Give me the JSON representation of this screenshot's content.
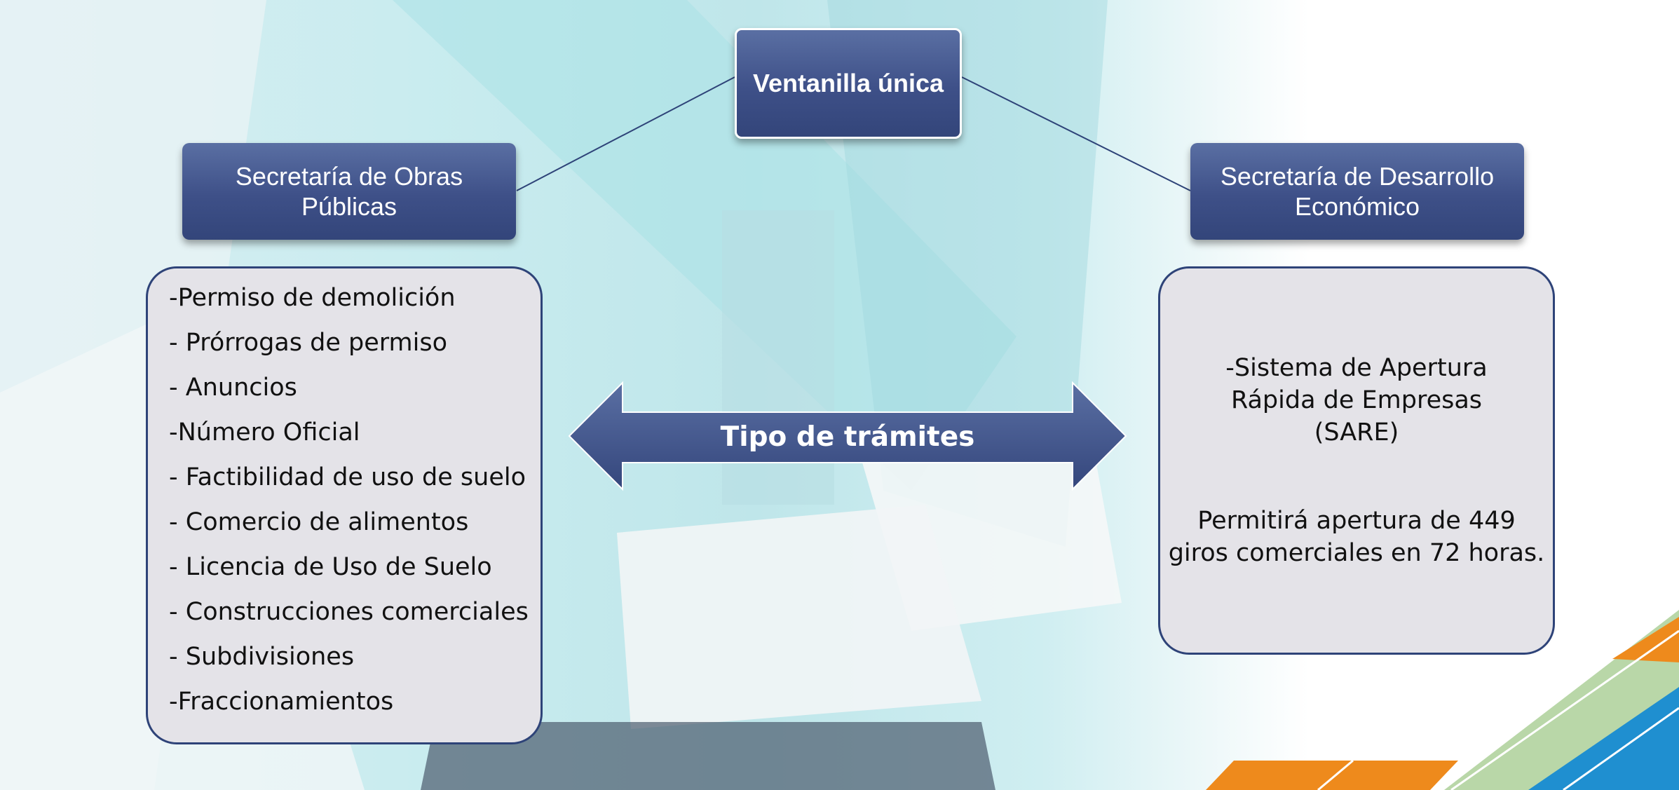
{
  "diagram": {
    "root": {
      "label": "Ventanilla única"
    },
    "left_branch": {
      "label": "Secretaría de Obras Públicas",
      "items": [
        "-Permiso de demolición",
        "- Prórrogas de permiso",
        "- Anuncios",
        "-Número Oficial",
        "- Factibilidad de uso de suelo",
        "- Comercio de alimentos",
        "- Licencia de Uso de Suelo",
        "- Construcciones comerciales",
        "- Subdivisiones",
        "-Fraccionamientos"
      ]
    },
    "right_branch": {
      "label": "Secretaría de Desarrollo Económico",
      "text_1": "-Sistema de Apertura Rápida de Empresas (SARE)",
      "text_2": "Permitirá apertura de 449 giros comerciales en 72 horas."
    },
    "connector": {
      "label": "Tipo de trámites"
    }
  },
  "colors": {
    "box_fill": "#3e5088",
    "box_border": "#2e4378",
    "list_fill": "#e4e3e8",
    "accent_orange": "#ee8a1c",
    "accent_blue": "#1f8fd0",
    "accent_green": "#b9d7a8"
  }
}
